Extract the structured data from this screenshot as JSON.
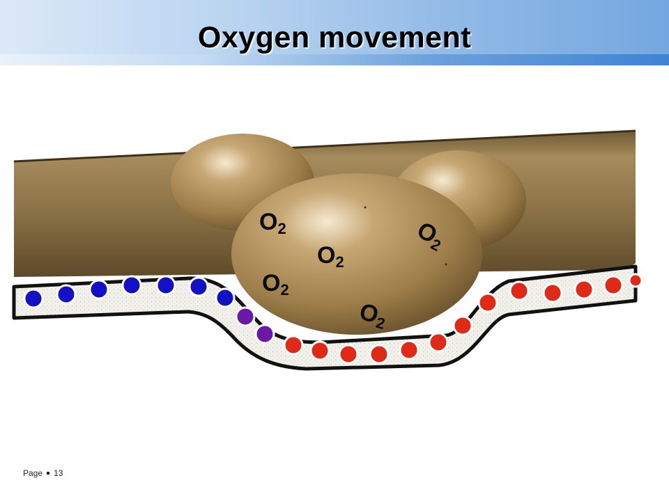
{
  "slide": {
    "title": "Oxygen movement",
    "page_label": "Page",
    "page_number": "13"
  },
  "diagram": {
    "molecule_label": "O",
    "molecule_subscript": "2",
    "molecules": [
      "O2",
      "O2",
      "O2",
      "O2",
      "O2"
    ],
    "colors": {
      "deoxygenated_cell": "#1515c8",
      "transition_cell": "#6b1aa8",
      "oxygenated_cell": "#e12a1a",
      "alveolus": "#a8894f",
      "tube": "#8c7347"
    }
  }
}
